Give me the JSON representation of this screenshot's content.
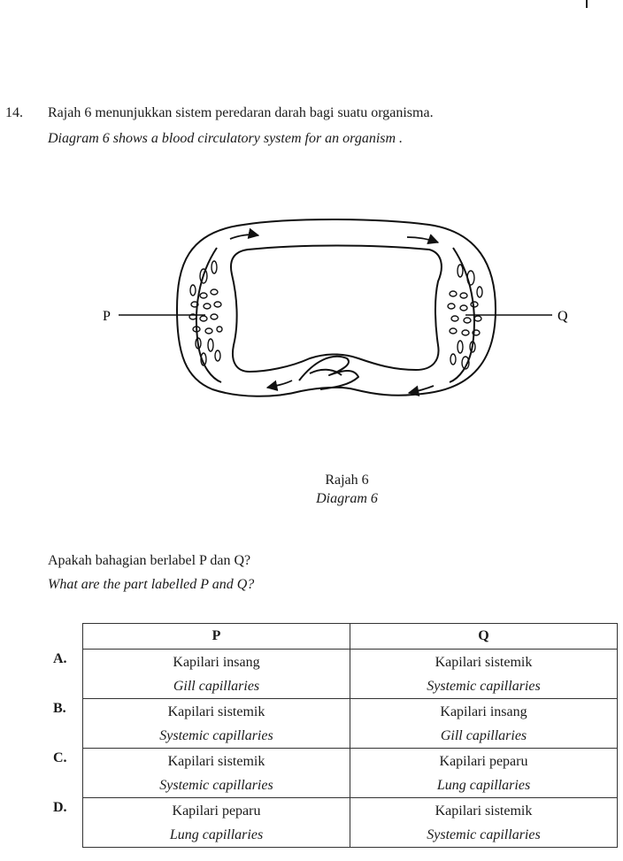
{
  "question": {
    "number": "14.",
    "text_ms": "Rajah 6 menunjukkan sistem peredaran darah bagi suatu organisma.",
    "text_en": "Diagram 6 shows a blood circulatory system for an organism ."
  },
  "diagram": {
    "label_left": "P",
    "label_right": "Q",
    "caption_ms": "Rajah 6",
    "caption_en": "Diagram 6"
  },
  "prompt": {
    "text_ms": "Apakah bahagian berlabel P dan Q?",
    "text_en": "What are the part labelled P and Q?"
  },
  "table": {
    "headers": [
      "P",
      "Q"
    ],
    "rows": [
      {
        "letter": "A.",
        "p_ms": "Kapilari insang",
        "p_en": "Gill capillaries",
        "q_ms": "Kapilari sistemik",
        "q_en": "Systemic capillaries"
      },
      {
        "letter": "B.",
        "p_ms": "Kapilari sistemik",
        "p_en": "Systemic capillaries",
        "q_ms": "Kapilari insang",
        "q_en": "Gill capillaries"
      },
      {
        "letter": "C.",
        "p_ms": "Kapilari sistemik",
        "p_en": "Systemic capillaries",
        "q_ms": "Kapilari peparu",
        "q_en": "Lung capillaries"
      },
      {
        "letter": "D.",
        "p_ms": "Kapilari peparu",
        "p_en": "Lung capillaries",
        "q_ms": "Kapilari sistemik",
        "q_en": "Systemic capillaries"
      }
    ]
  }
}
